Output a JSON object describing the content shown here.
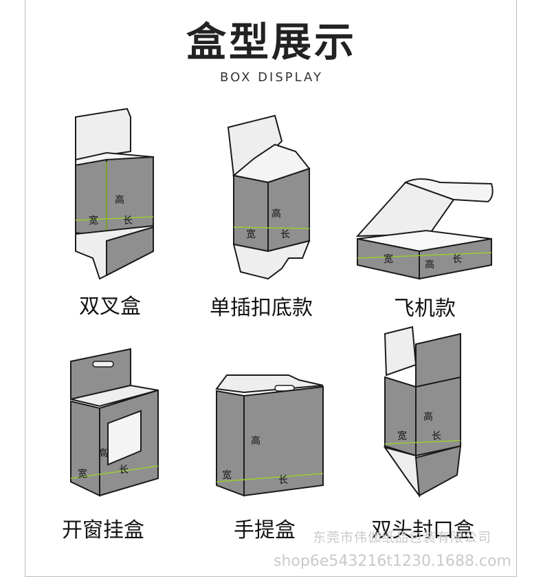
{
  "header": {
    "title": "盒型展示",
    "subtitle": "BOX DISPLAY"
  },
  "dims": {
    "width": "宽",
    "height": "高",
    "length": "长"
  },
  "boxes": [
    {
      "label": "双叉盒"
    },
    {
      "label": "单插扣底款"
    },
    {
      "label": "飞机款"
    },
    {
      "label": "开窗挂盒"
    },
    {
      "label": "手提盒"
    },
    {
      "label": "双头封口盒"
    }
  ],
  "watermark": {
    "company": "东莞市伟伽纸品包装有限公司",
    "shop": "shop6e543216t1230.1688.com"
  },
  "colors": {
    "box_fill": "#8f8f8f",
    "box_light": "#eeeeee",
    "outline": "#1a1a1a",
    "fold_line": "#9acd32"
  }
}
